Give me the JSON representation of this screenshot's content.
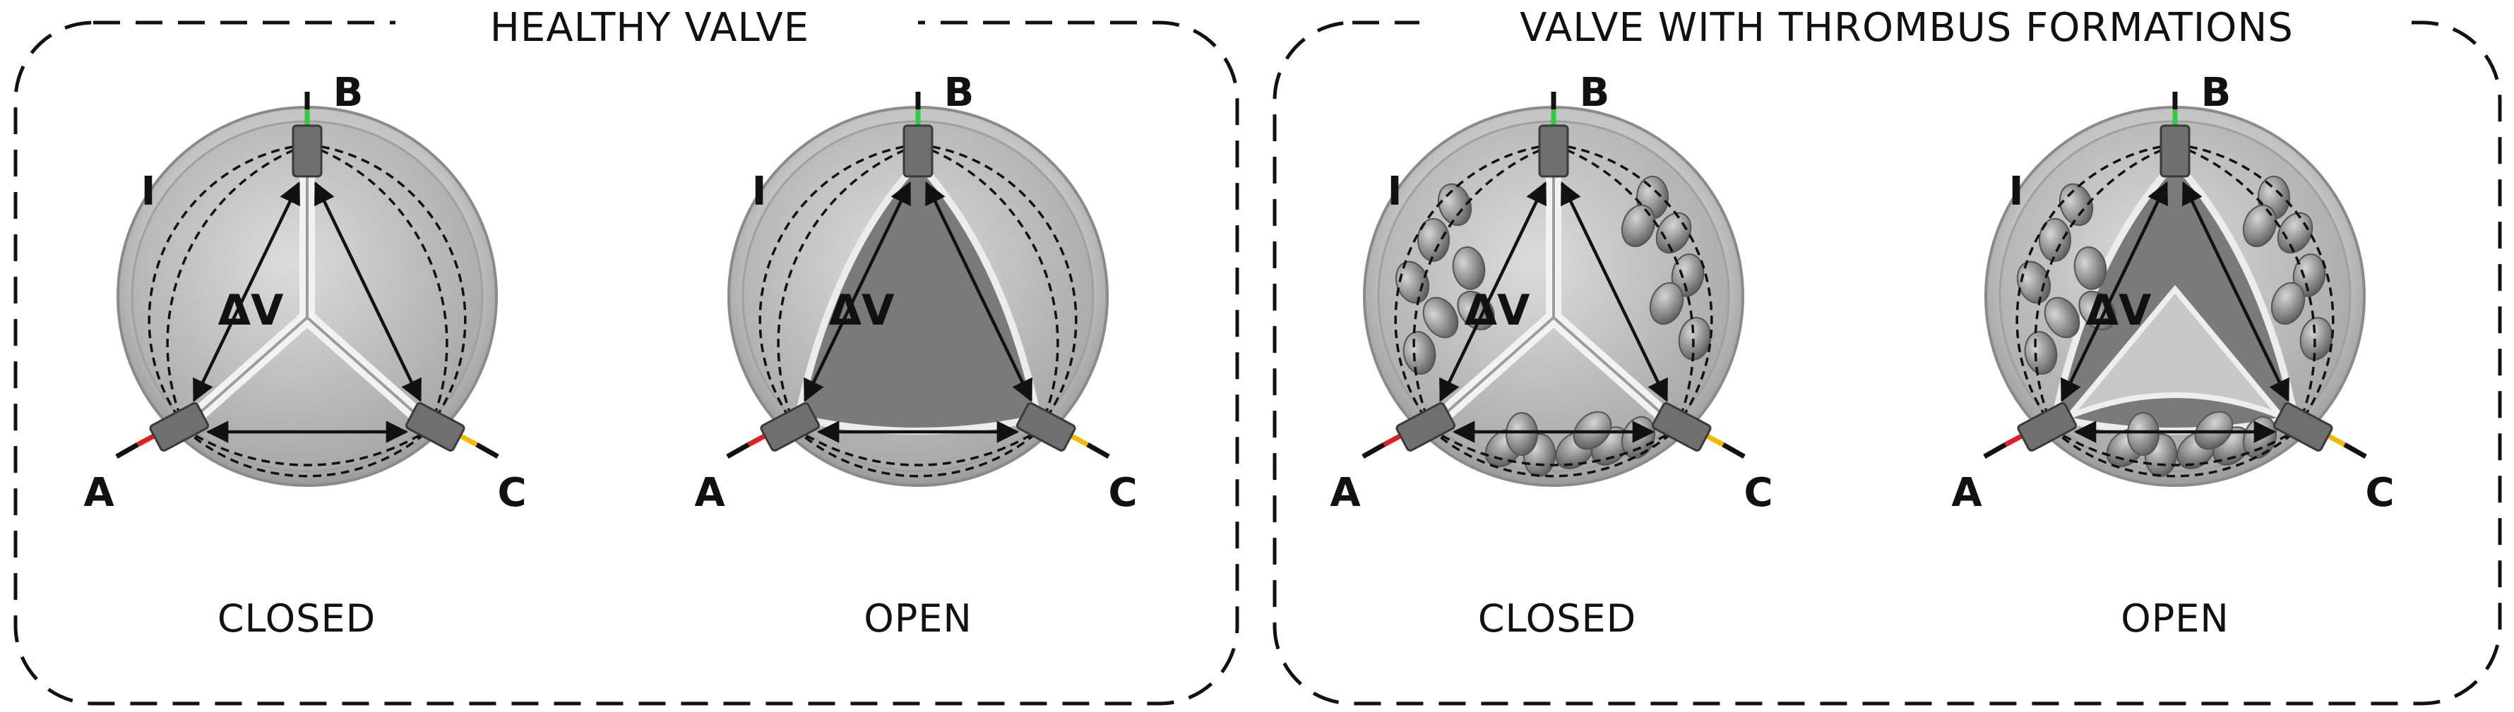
{
  "panels": [
    {
      "title": "HEALTHY VALVE",
      "valves": [
        {
          "state_label": "CLOSED",
          "open": false,
          "thrombus": false
        },
        {
          "state_label": "OPEN",
          "open": true,
          "thrombus": false
        }
      ]
    },
    {
      "title": "VALVE WITH THROMBUS FORMATIONS",
      "valves": [
        {
          "state_label": "CLOSED",
          "open": false,
          "thrombus": true
        },
        {
          "state_label": "OPEN",
          "open": true,
          "thrombus": true
        }
      ]
    }
  ],
  "labels": {
    "a": "A",
    "b": "B",
    "c": "C",
    "i": "I",
    "delta_v": "ΔV"
  },
  "colors": {
    "electrode_a": "#e02020",
    "electrode_b": "#2ecc40",
    "electrode_c": "#f5b800",
    "valve_ring": "#bdbdbd",
    "leaflet": "#c8c8c8",
    "open_orifice": "#7a7a7a",
    "thrombus": "#8d8d8d"
  }
}
